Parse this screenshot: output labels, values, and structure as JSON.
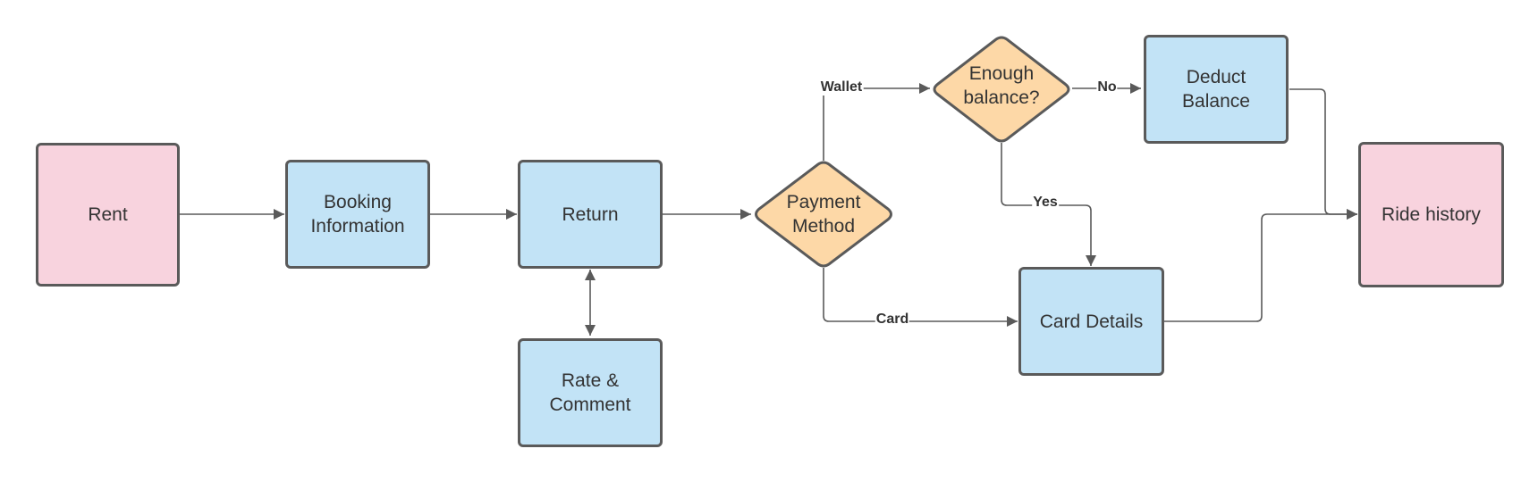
{
  "nodes": {
    "rent": "Rent",
    "booking": "Booking\nInformation",
    "return": "Return",
    "rate": "Rate &\nComment",
    "payment": "Payment\nMethod",
    "enough": "Enough\nbalance?",
    "deduct": "Deduct\nBalance",
    "card_details": "Card Details",
    "ride_history": "Ride history"
  },
  "edge_labels": {
    "wallet": "Wallet",
    "no": "No",
    "yes": "Yes",
    "card": "Card"
  },
  "colors": {
    "start_end_fill": "#f8d3de",
    "process_fill": "#c2e3f6",
    "decision_fill": "#fdd8a7",
    "stroke": "#5a5a5a"
  }
}
